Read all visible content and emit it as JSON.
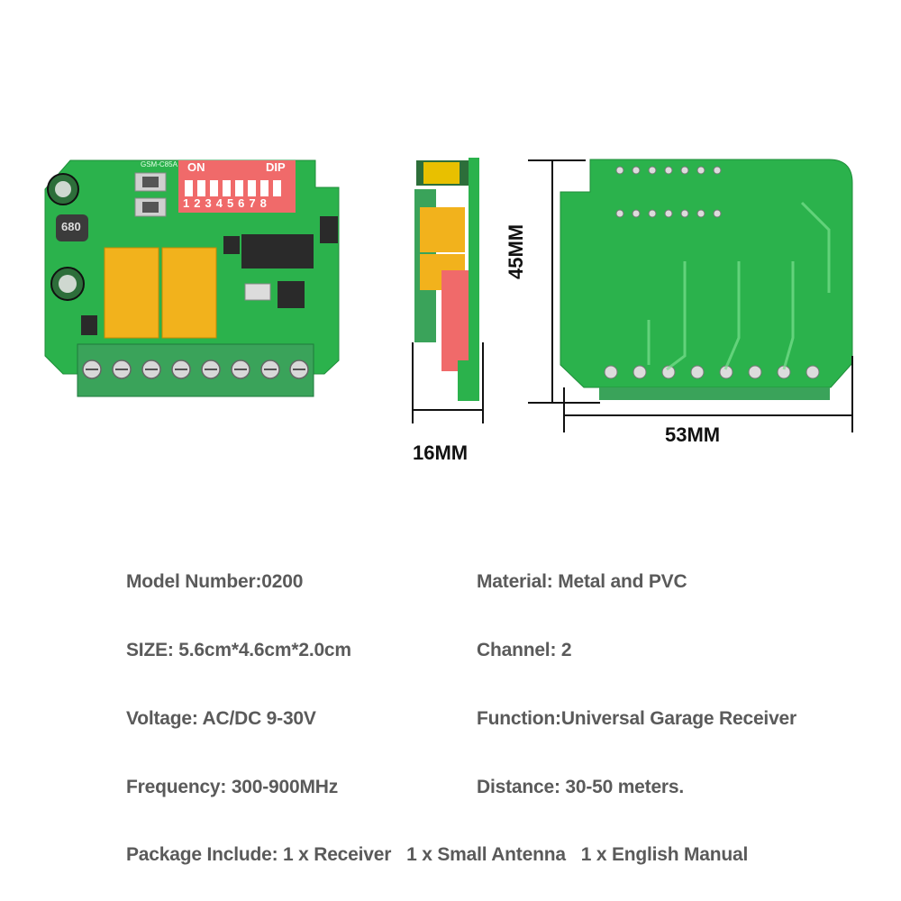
{
  "product": {
    "dip_label_on": "ON",
    "dip_label_dip": "DIP",
    "dip_numbers": [
      "1",
      "2",
      "3",
      "4",
      "5",
      "6",
      "7",
      "8"
    ],
    "inductor_label": "680",
    "board_model": "GSM-C85A",
    "dimensions": {
      "thickness": "16MM",
      "height": "45MM",
      "width": "53MM"
    }
  },
  "specs": {
    "model_number_label": "Model Number:",
    "model_number_value": "0200",
    "material": "Material: Metal and PVC",
    "size": "SIZE: 5.6cm*4.6cm*2.0cm",
    "channel": "Channel: 2",
    "voltage": "Voltage: AC/DC 9-30V",
    "function": "Function:Universal Garage Receiver",
    "frequency": "Frequency: 300-900MHz",
    "distance": "Distance: 30-50 meters.",
    "package": "Package Include: 1 x Receiver   1 x Small Antenna   1 x English Manual"
  },
  "colors": {
    "pcb_green": "#2bb24c",
    "terminal_green": "#3aa35a",
    "relay_yellow": "#f2b21c",
    "dip_red": "#f06a6a",
    "text_gray": "#5a5a5a"
  }
}
